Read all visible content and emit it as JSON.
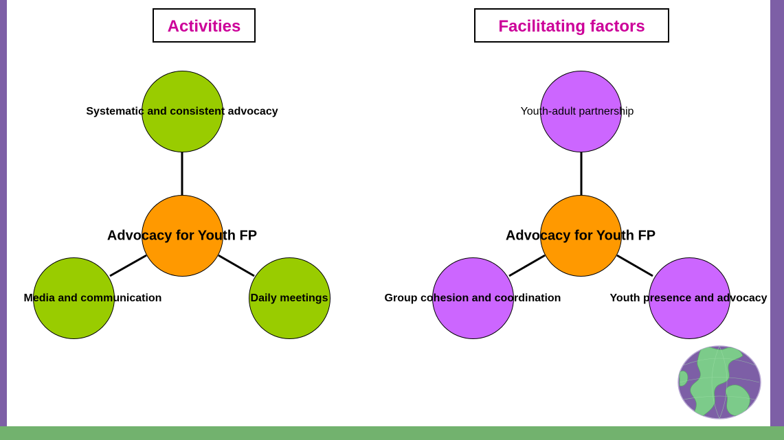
{
  "colors": {
    "frame": "#7d5fa6",
    "footer": "#72b26e",
    "title_text": "#cc0099",
    "center_node": "#ff9900",
    "activity_node": "#99cc00",
    "factor_node": "#cc66ff"
  },
  "activities": {
    "title": "Activities",
    "center": "Advocacy for Youth FP",
    "top": "Systematic and consistent advocacy",
    "left": "Media and communication",
    "right": "Daily meetings"
  },
  "factors": {
    "title": "Facilitating factors",
    "center": "Advocacy for Youth FP",
    "top": "Youth-adult partnership",
    "left": "Group cohesion and coordination",
    "right": "Youth presence and advocacy"
  },
  "logo": {
    "icon": "globe-logo-icon"
  }
}
